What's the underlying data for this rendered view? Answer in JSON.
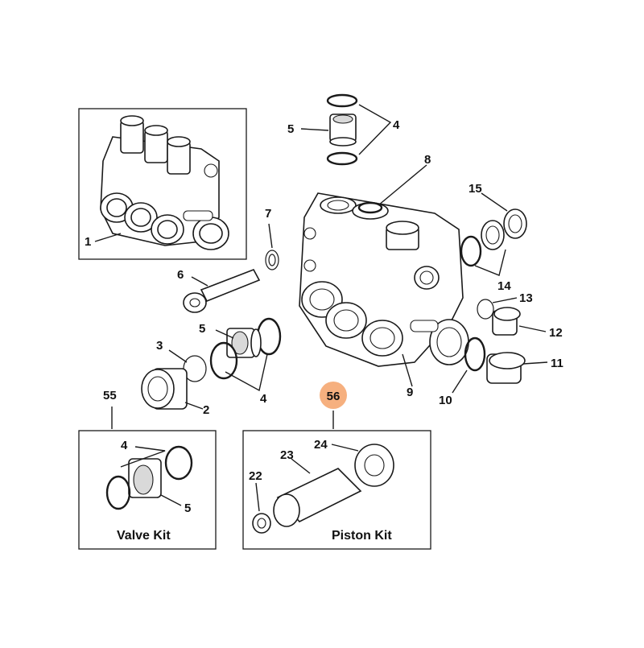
{
  "callouts": {
    "c1": "1",
    "c2": "2",
    "c3": "3",
    "c4_top": "4",
    "c4_mid": "4",
    "c4_kit": "4",
    "c5_top": "5",
    "c5_mid": "5",
    "c5_kit": "5",
    "c6": "6",
    "c7": "7",
    "c8": "8",
    "c9": "9",
    "c10": "10",
    "c11": "11",
    "c12": "12",
    "c13": "13",
    "c14": "14",
    "c15": "15",
    "c22": "22",
    "c23": "23",
    "c24": "24",
    "c55": "55",
    "c56": "56"
  },
  "kits": {
    "valve_kit": "Valve Kit",
    "piston_kit": "Piston Kit"
  },
  "colors": {
    "highlight": "#F6B07F",
    "line": "#1a1a1a"
  }
}
